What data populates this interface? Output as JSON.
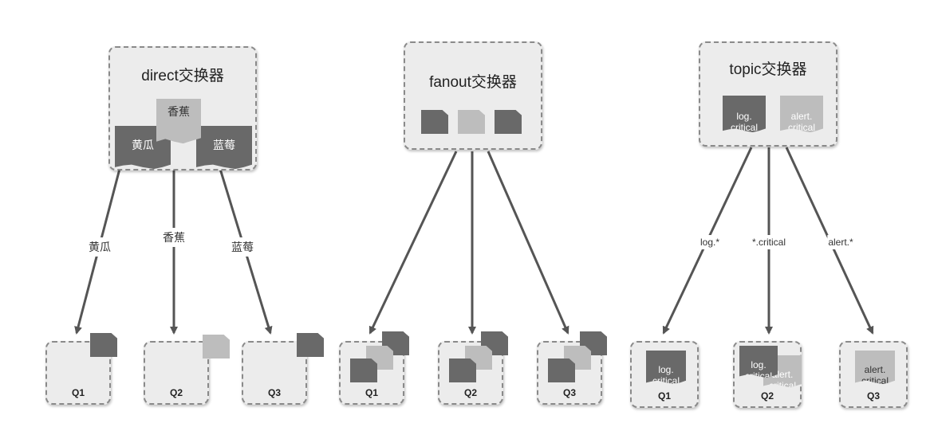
{
  "exchanges": {
    "direct": {
      "title": "direct交换器",
      "messages": [
        "黄瓜",
        "香蕉",
        "蓝莓"
      ],
      "routing_keys": [
        "黄瓜",
        "香蕉",
        "蓝莓"
      ],
      "queues": [
        "Q1",
        "Q2",
        "Q3"
      ]
    },
    "fanout": {
      "title": "fanout交换器",
      "queues": [
        "Q1",
        "Q2",
        "Q3"
      ]
    },
    "topic": {
      "title": "topic交换器",
      "messages": [
        "log.\ncritical",
        "alert.\ncritical"
      ],
      "routing_keys": [
        "log.*",
        "*.critical",
        "alert.*"
      ],
      "queues": [
        "Q1",
        "Q2",
        "Q3"
      ],
      "queue_messages": {
        "q1": "log.\ncritical",
        "q2a": "log.\ncritical",
        "q2b": "alert.\ncritical",
        "q3": "alert.\ncritical"
      }
    }
  },
  "colors": {
    "dark_message": "#696969",
    "light_message": "#bdbdbd",
    "box_fill": "#ececec",
    "box_border": "#8a8a8a"
  }
}
